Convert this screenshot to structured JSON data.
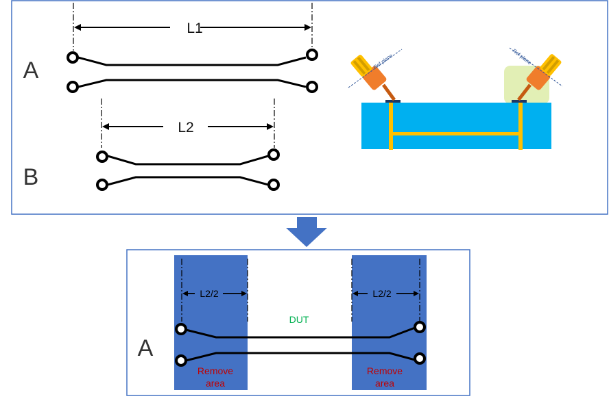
{
  "top_panel": {
    "row_a_label": "A",
    "row_b_label": "B",
    "l1_label": "L1",
    "l2_label": "L2",
    "ref_plane_left": "Ref plane",
    "ref_plane_right": "Ref plane"
  },
  "bottom_panel": {
    "row_a_label": "A",
    "half_left_label": "L2/2",
    "half_right_label": "L2/2",
    "dut_label": "DUT",
    "remove_left_line1": "Remove",
    "remove_left_line2": "area",
    "remove_right_line1": "Remove",
    "remove_right_line2": "area"
  },
  "colors": {
    "panel_border": "#4472c4",
    "arrow": "#4472c4",
    "remove_area": "#4472c4",
    "board": "#00b0f0",
    "via": "#ffc000",
    "probe_body": "#f07d2b",
    "probe_top": "#ffc000",
    "highlight": "#e2efb5",
    "dut_text": "#00b050",
    "remove_text": "#c00000",
    "ref_text": "#2f5597"
  }
}
